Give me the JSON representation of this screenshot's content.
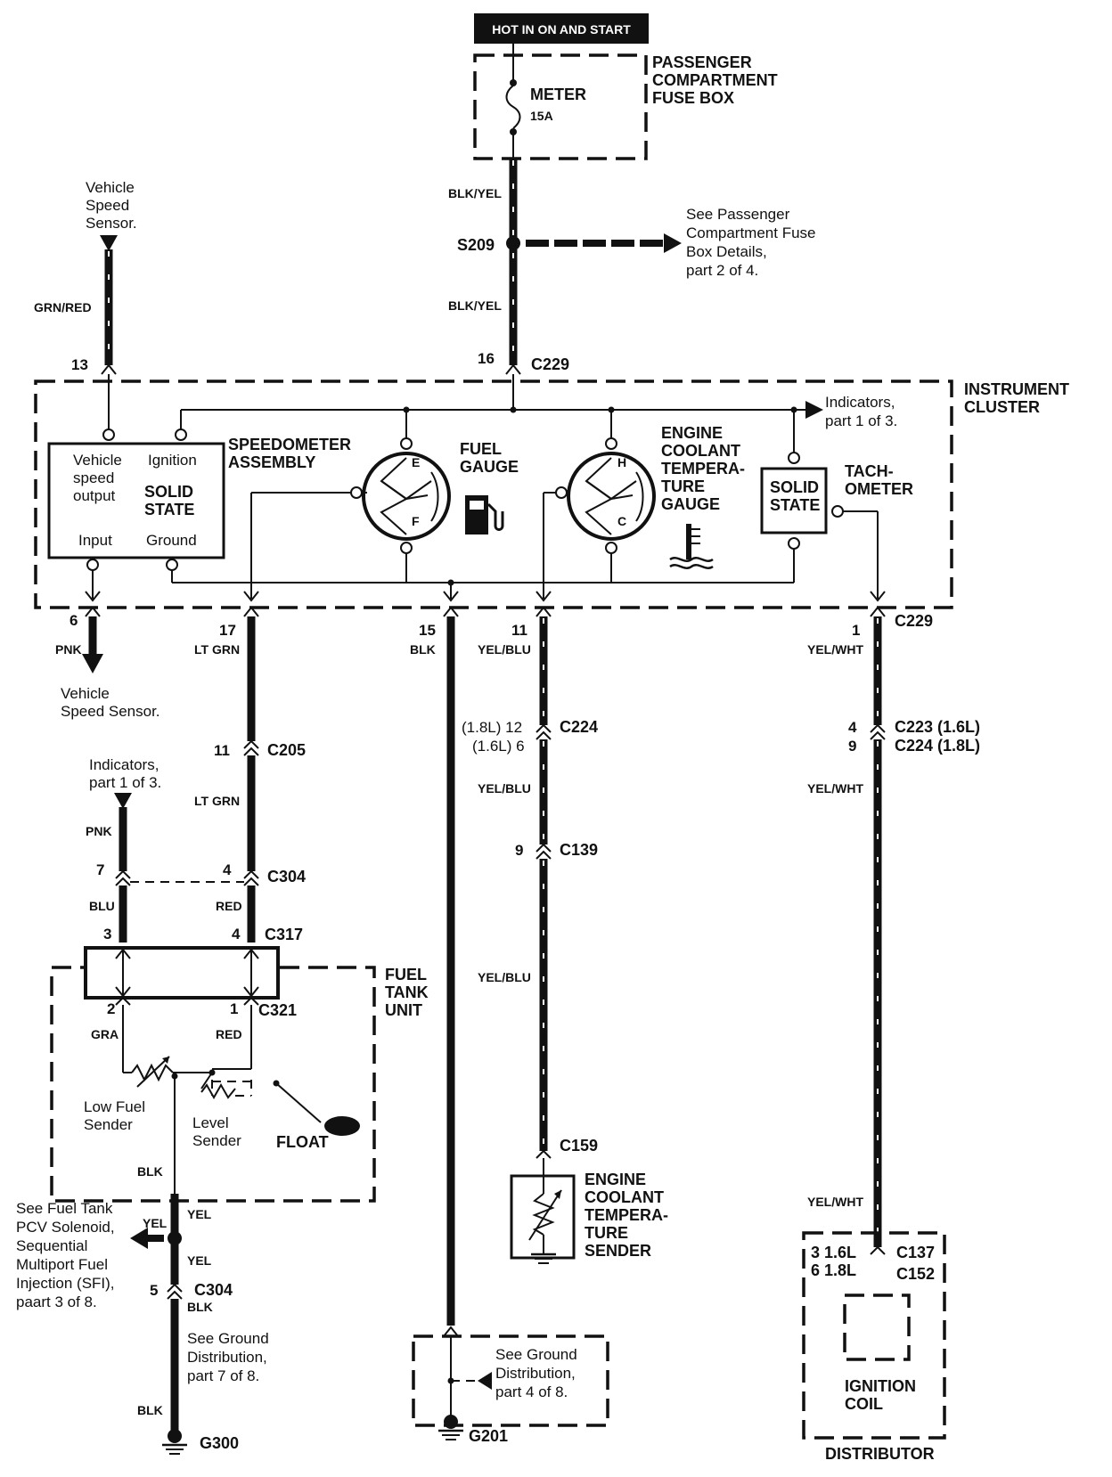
{
  "labels": {
    "hot_in": "HOT IN ON AND START",
    "pass_fuse_box": [
      "PASSENGER",
      "COMPARTMENT",
      "FUSE BOX"
    ],
    "meter": "METER",
    "fuse_rating": "15A",
    "blk_yel": "BLK/YEL",
    "s209": "S209",
    "see_pass_fuse": [
      "See Passenger",
      "Compartment Fuse",
      "Box Details,",
      "part 2 of 4."
    ],
    "vss_top": [
      "Vehicle",
      "Speed",
      "Sensor."
    ],
    "grn_red": "GRN/RED",
    "pin13": "13",
    "pin16": "16",
    "c229": "C229",
    "instrument_cluster": [
      "INSTRUMENT",
      "CLUSTER"
    ],
    "indicators_top": [
      "Indicators,",
      "part 1 of 3."
    ],
    "speedo_inner": [
      "Vehicle",
      "speed",
      "output"
    ],
    "ignition": "Ignition",
    "solid_state": [
      "SOLID",
      "STATE"
    ],
    "input": "Input",
    "ground": "Ground",
    "speedo_assembly": [
      "SPEEDOMETER",
      "ASSEMBLY"
    ],
    "fuel_gauge": [
      "FUEL",
      "GAUGE"
    ],
    "gauge_e": "E",
    "gauge_f": "F",
    "gauge_h": "H",
    "gauge_c": "C",
    "ect_gauge": [
      "ENGINE",
      "COOLANT",
      "TEMPERA-",
      "TURE",
      "GAUGE"
    ],
    "tach": [
      "TACH-",
      "OMETER"
    ],
    "pin6": "6",
    "pin17": "17",
    "pin15": "15",
    "pin11": "11",
    "pin1": "1",
    "pnk": "PNK",
    "lt_grn": "LT GRN",
    "blk": "BLK",
    "yel_blu": "YEL/BLU",
    "yel_wht": "YEL/WHT",
    "vss_bottom": [
      "Vehicle",
      "Speed Sensor."
    ],
    "c205_pin": "11",
    "c205": "C205",
    "c224_18": "(1.8L) 12",
    "c224_16": "(1.6L) 6",
    "c224": "C224",
    "c223_pin": "4",
    "c223": "C223 (1.6L)",
    "c224b_pin": "9",
    "c224b": "C224 (1.8L)",
    "indicators_left": [
      "Indicators,",
      "part 1 of 3."
    ],
    "pin7": "7",
    "pin4": "4",
    "c304": "C304",
    "blu": "BLU",
    "red": "RED",
    "c139_pin": "9",
    "c139": "C139",
    "pin3": "3",
    "pin4b": "4",
    "c317": "C317",
    "fuel_tank_unit": [
      "FUEL",
      "TANK",
      "UNIT"
    ],
    "pin2": "2",
    "pin1b": "1",
    "c321": "C321",
    "gra": "GRA",
    "low_fuel_sender": [
      "Low Fuel",
      "Sender"
    ],
    "level_sender": [
      "Level",
      "Sender"
    ],
    "float": "FLOAT",
    "c159": "C159",
    "ect_sender": [
      "ENGINE",
      "COOLANT",
      "TEMPERA-",
      "TURE",
      "SENDER"
    ],
    "see_fuel_tank": [
      "See Fuel Tank",
      "PCV Solenoid,",
      "Sequential",
      "Multiport Fuel",
      "Injection (SFI),",
      "paart 3 of 8."
    ],
    "yel": "YEL",
    "c304b_pin": "5",
    "c304b": "C304",
    "see_ground_left": [
      "See Ground",
      "Distribution,",
      "part 7 of 8."
    ],
    "g300": "G300",
    "see_ground_mid": [
      "See Ground",
      "Distribution,",
      "part 4 of 8."
    ],
    "g201": "G201",
    "dist_pins": [
      "3 1.6L",
      "6 1.8L"
    ],
    "c137": "C137",
    "c152": "C152",
    "ignition_coil": [
      "IGNITION",
      "COIL"
    ],
    "distributor": "DISTRIBUTOR"
  }
}
